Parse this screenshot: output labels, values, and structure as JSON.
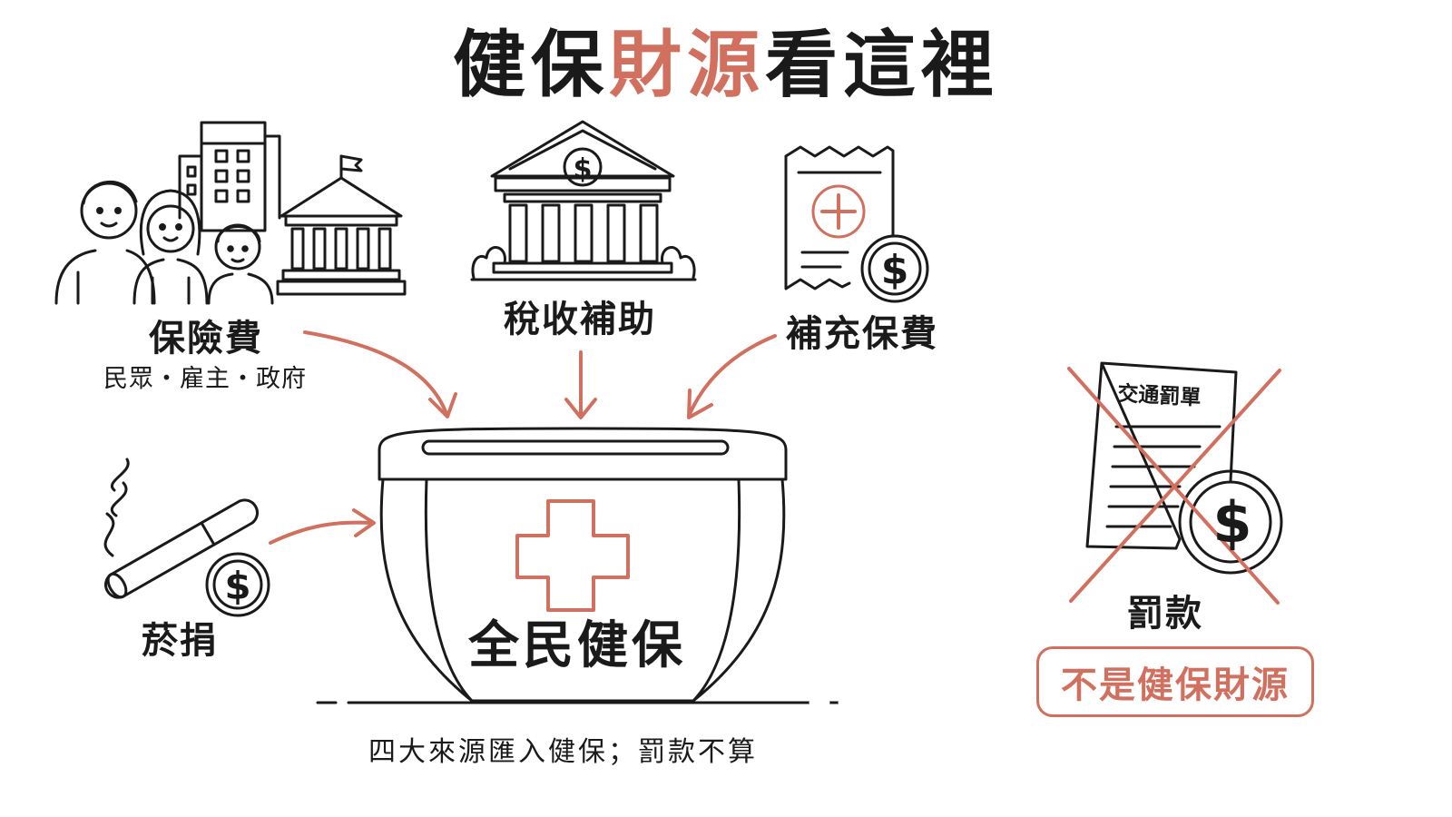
{
  "title": {
    "part1": "健保",
    "accent": "財源",
    "part2": "看這裡"
  },
  "sources": {
    "premium": {
      "label": "保險費",
      "sub": "民眾・雇主・政府"
    },
    "tax": {
      "label": "稅收補助"
    },
    "supplementary": {
      "label": "補充保費"
    },
    "tobacco": {
      "label": "菸捐"
    }
  },
  "pot": {
    "label": "全民健保"
  },
  "excluded": {
    "ticket_title": "交通罰單",
    "label": "罰款",
    "badge": "不是健保財源"
  },
  "caption": "四大來源匯入健保；罰款不算",
  "colors": {
    "accent": "#d2705f",
    "ink": "#1a1a1a"
  }
}
